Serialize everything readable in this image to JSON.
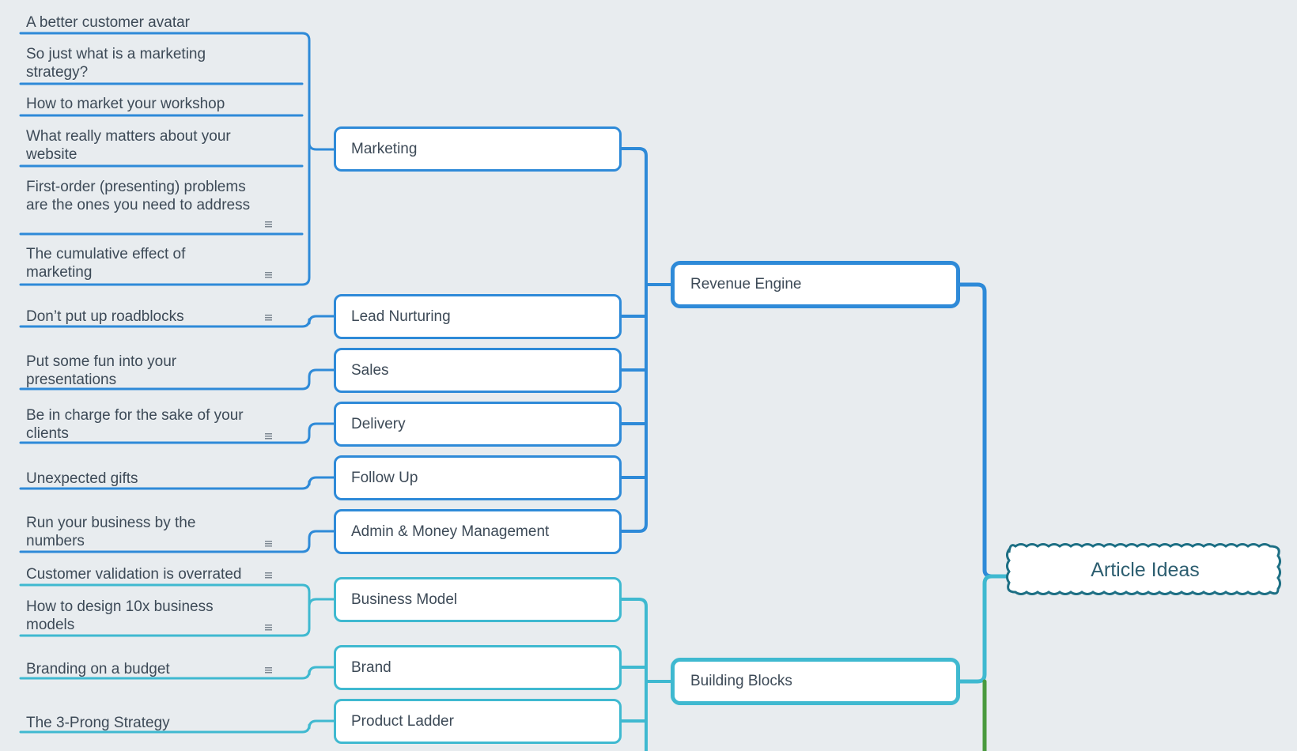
{
  "root": {
    "label": "Article Ideas"
  },
  "colors": {
    "background": "#e8ecef",
    "blue": "#2e8ad8",
    "teal": "#3fb9d0",
    "root_border": "#1d6f84",
    "green": "#4a9a3e"
  },
  "categories": [
    {
      "label": "Revenue Engine",
      "color": "#2e8ad8"
    },
    {
      "label": "Building Blocks",
      "color": "#3fb9d0"
    }
  ],
  "subtopics": [
    {
      "label": "Marketing"
    },
    {
      "label": "Lead Nurturing"
    },
    {
      "label": "Sales"
    },
    {
      "label": "Delivery"
    },
    {
      "label": "Follow Up"
    },
    {
      "label": "Admin & Money Management"
    },
    {
      "label": "Business Model"
    },
    {
      "label": "Brand"
    },
    {
      "label": "Product Ladder"
    }
  ],
  "leaves": [
    {
      "text": "A better customer avatar",
      "note": false
    },
    {
      "text": "So just what is a marketing strategy?",
      "note": false
    },
    {
      "text": "How to market your workshop",
      "note": false
    },
    {
      "text": "What really matters about your website",
      "note": false
    },
    {
      "text": "First-order (presenting) problems are the ones you need to address",
      "note": true
    },
    {
      "text": "The cumulative effect of marketing",
      "note": true
    },
    {
      "text": "Don’t put up roadblocks",
      "note": true
    },
    {
      "text": "Put some fun into your presentations",
      "note": false
    },
    {
      "text": "Be in charge for the sake of your clients",
      "note": true
    },
    {
      "text": "Unexpected gifts",
      "note": false
    },
    {
      "text": "Run your business by the numbers",
      "note": true
    },
    {
      "text": "Customer validation is overrated",
      "note": true
    },
    {
      "text": "How to design 10x business models",
      "note": true
    },
    {
      "text": "Branding on a budget",
      "note": true
    },
    {
      "text": "The 3-Prong Strategy",
      "note": false
    }
  ]
}
